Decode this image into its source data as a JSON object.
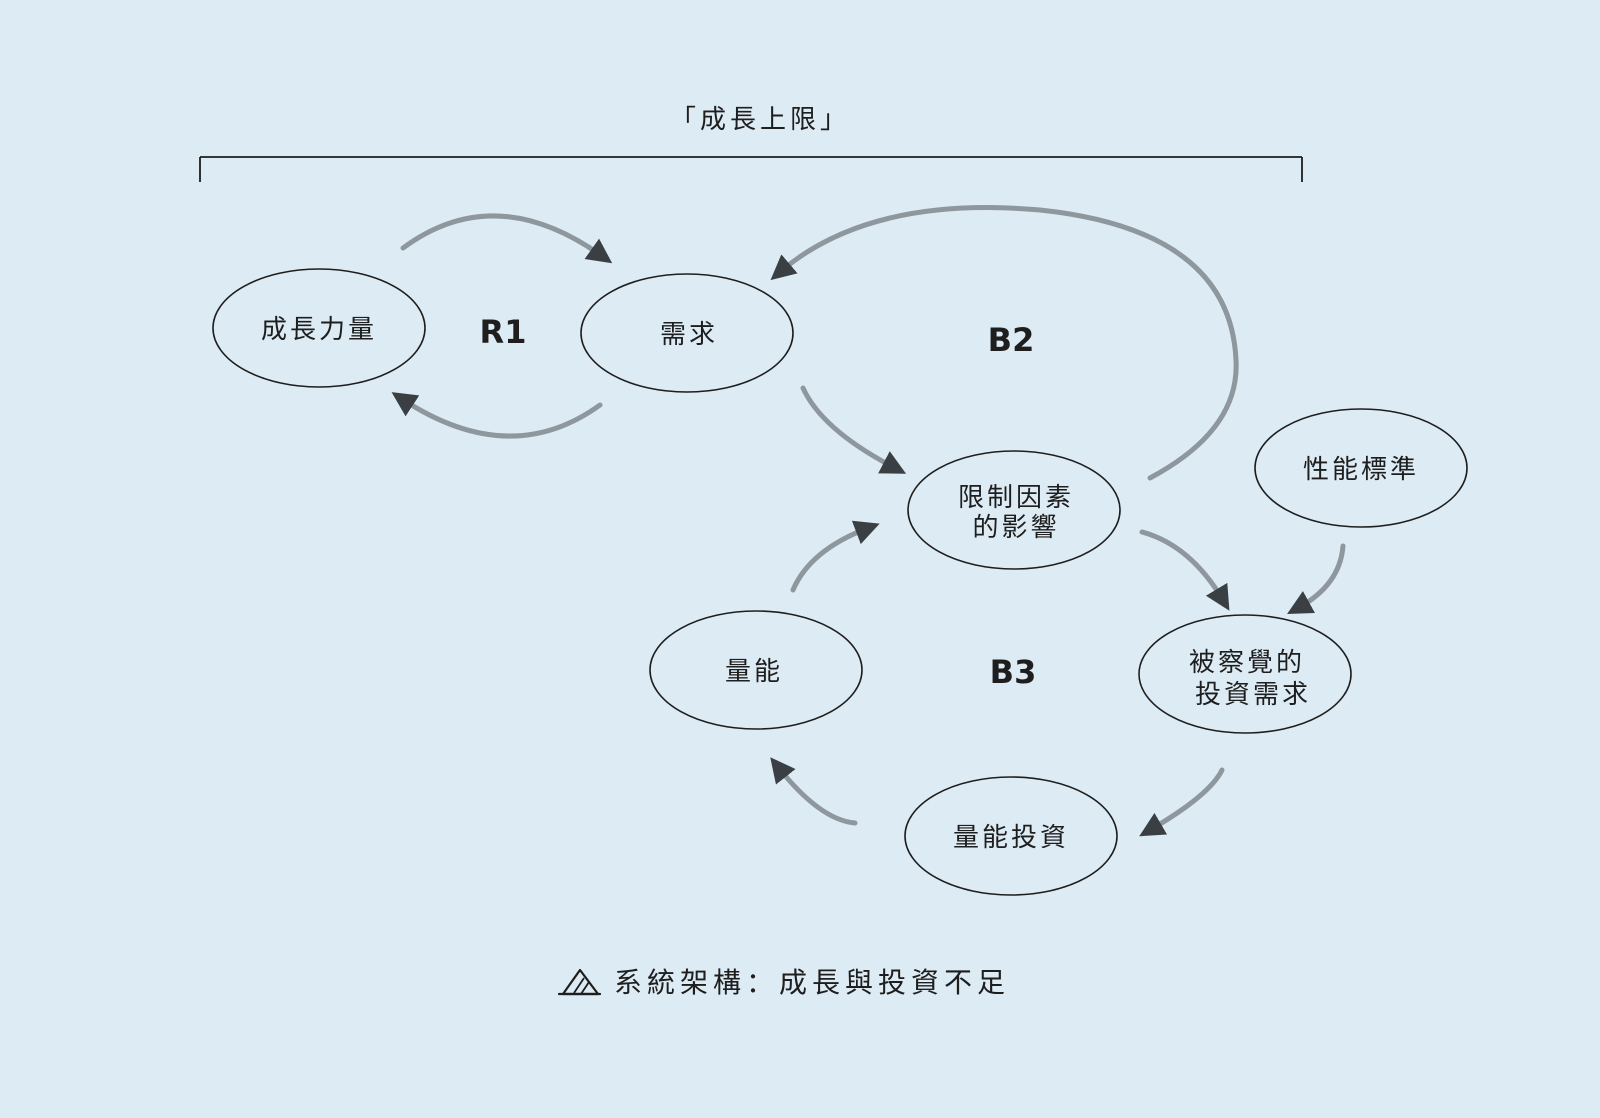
{
  "title": "「成長上限」",
  "caption": "系統架構：成長與投資不足",
  "caption_icon": "pen-nib-icon",
  "colors": {
    "background": "#ddebf4",
    "arrow": "#8e979e",
    "arrowhead": "#3a3f44",
    "outline": "#1e1e1e"
  },
  "nodes": {
    "growth_force": {
      "lines": [
        "成長力量"
      ]
    },
    "demand": {
      "lines": [
        "需求"
      ]
    },
    "limiting_factor": {
      "lines": [
        "限制因素",
        "的影響"
      ]
    },
    "performance_standard": {
      "lines": [
        "性能標準"
      ]
    },
    "perceived_need": {
      "lines": [
        "被察覺的",
        "投資需求"
      ]
    },
    "capacity": {
      "lines": [
        "量能"
      ]
    },
    "capacity_investment": {
      "lines": [
        "量能投資"
      ]
    }
  },
  "loops": {
    "r1": "R1",
    "b2": "B2",
    "b3": "B3"
  }
}
